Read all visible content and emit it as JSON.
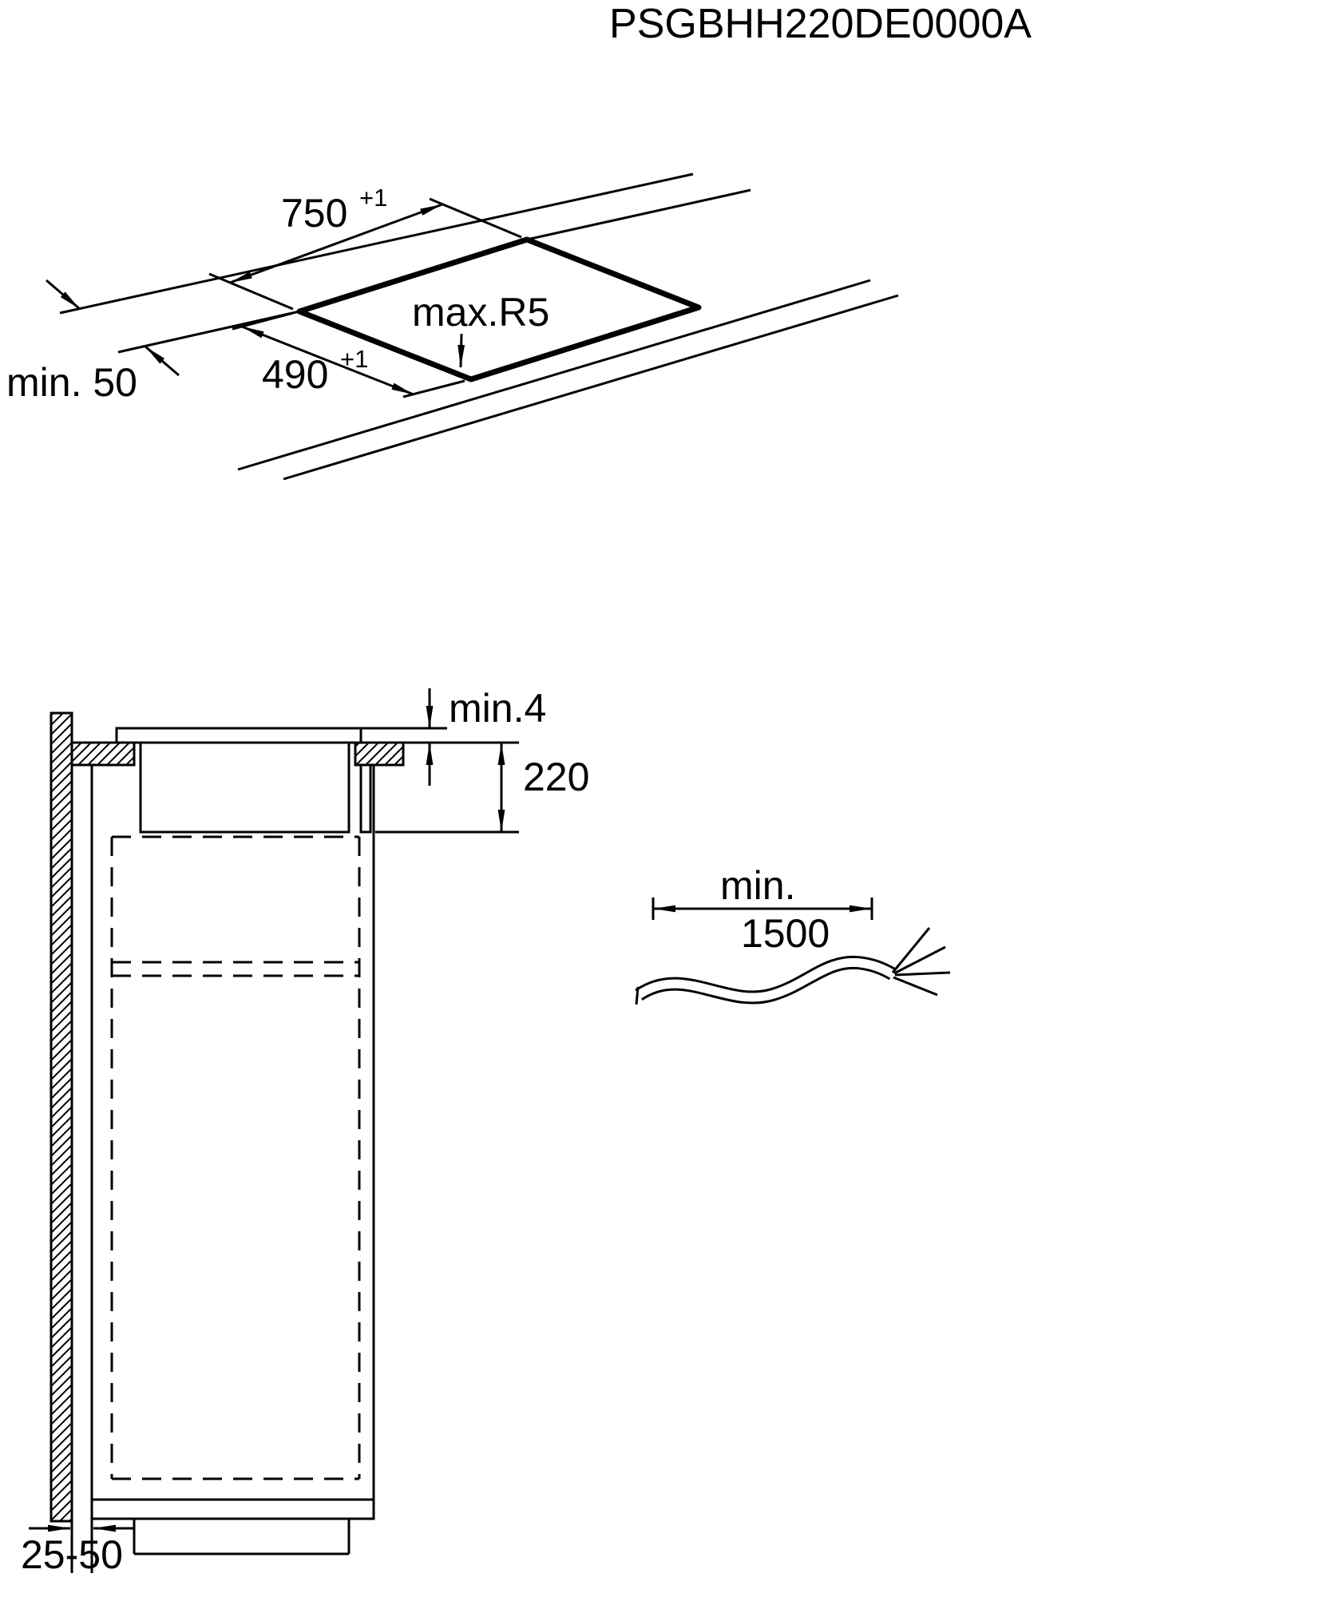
{
  "title": "PSGBHH220DE0000A",
  "colors": {
    "ink": "#000000",
    "background": "#ffffff"
  },
  "top_view": {
    "cutout_width": "750",
    "cutout_width_tolerance": "+1",
    "cutout_depth": "490",
    "cutout_depth_tolerance": "+1",
    "corner_radius": "max.R5",
    "rear_edge_clearance": "min. 50"
  },
  "section_view": {
    "countertop_min_thickness": "min.4",
    "installation_depth": "220",
    "wall_clearance": "25-50"
  },
  "cable": {
    "length_prefix": "min.",
    "length_value": "1500"
  }
}
